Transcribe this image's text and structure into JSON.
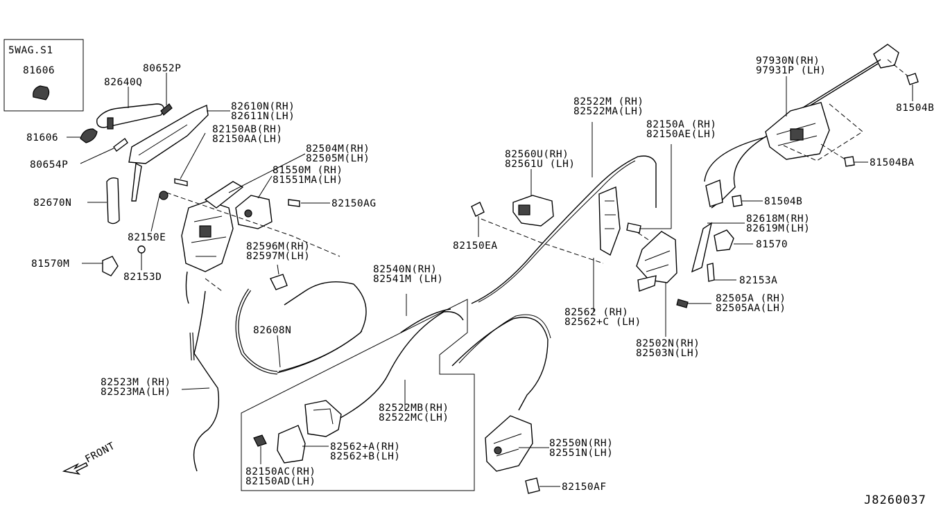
{
  "title_box": {
    "header": "5WAG.S1",
    "part": "81606"
  },
  "labels": {
    "p82640Q": "82640Q",
    "p80652P": "80652P",
    "p82610N": "82610N(RH)",
    "p82611N": "82611N(LH)",
    "p81606": "81606",
    "p82150AB": "82150AB(RH)",
    "p82150AA": "82150AA(LH)",
    "p80654P": "80654P",
    "p82504M": "82504M(RH)",
    "p82505M": "82505M(LH)",
    "p81550M": "81550M (RH)",
    "p81551MA": "81551MA(LH)",
    "p82670N": "82670N",
    "p82150AG": "82150AG",
    "p82150E": "82150E",
    "p81570M": "81570M",
    "p82153D": "82153D",
    "p82596M": "82596M(RH)",
    "p82597M": "82597M(LH)",
    "p82540N": "82540N(RH)",
    "p82541M": "82541M (LH)",
    "p82608N": "82608N",
    "p82523M": "82523M (RH)",
    "p82523MA": "82523MA(LH)",
    "p82522MB": "82522MB(RH)",
    "p82522MC": "82522MC(LH)",
    "p82562A": "82562+A(RH)",
    "p82562B": "82562+B(LH)",
    "p82150AC": "82150AC(RH)",
    "p82150AD": "82150AD(LH)",
    "front": "FRONT",
    "p82522M": "82522M (RH)",
    "p82522MA": "82522MA(LH)",
    "p82560U": "82560U(RH)",
    "p82561U": "82561U (LH)",
    "p82150EA": "82150EA",
    "p82150A": "82150A (RH)",
    "p82150AE": "82150AE(LH)",
    "p82562": "82562   (RH)",
    "p82562C": "82562+C (LH)",
    "p82502N": "82502N(RH)",
    "p82503N": "82503N(LH)",
    "p82550N": "82550N(RH)",
    "p82551N": "82551N(LH)",
    "p82150AF": "82150AF",
    "p97930N": "97930N(RH)",
    "p97931P": "97931P (LH)",
    "p81504B_top": "81504B",
    "p81504BA": "81504BA",
    "p81504B_mid": "81504B",
    "p82618M": "82618M(RH)",
    "p82619M": "82619M(LH)",
    "p81570": "81570",
    "p82153A": "82153A",
    "p82505A": "82505A (RH)",
    "p82505AA": "82505AA(LH)",
    "diagram_code": "J8260037"
  }
}
